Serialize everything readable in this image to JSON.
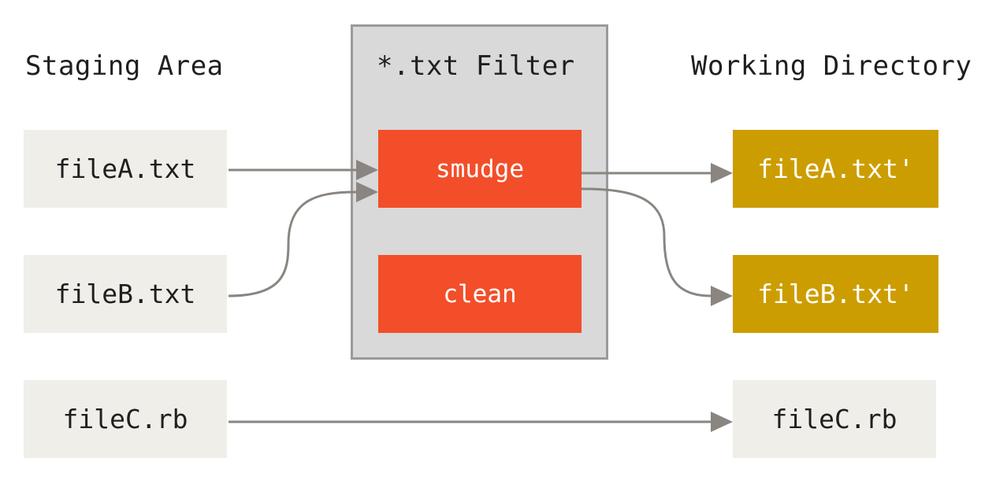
{
  "headings": {
    "staging": "Staging Area",
    "filter": "*.txt Filter",
    "working": "Working Directory"
  },
  "staging_files": [
    "fileA.txt",
    "fileB.txt",
    "fileC.rb"
  ],
  "filters": [
    "smudge",
    "clean"
  ],
  "working_files": [
    "fileA.txt'",
    "fileB.txt'",
    "fileC.rb"
  ],
  "colors": {
    "staging_box": "#efeee8",
    "filter_panel": "#d9d9d9",
    "filter_box": "#f24e29",
    "working_box": "#cc9d00",
    "arrow": "#8a8580"
  }
}
